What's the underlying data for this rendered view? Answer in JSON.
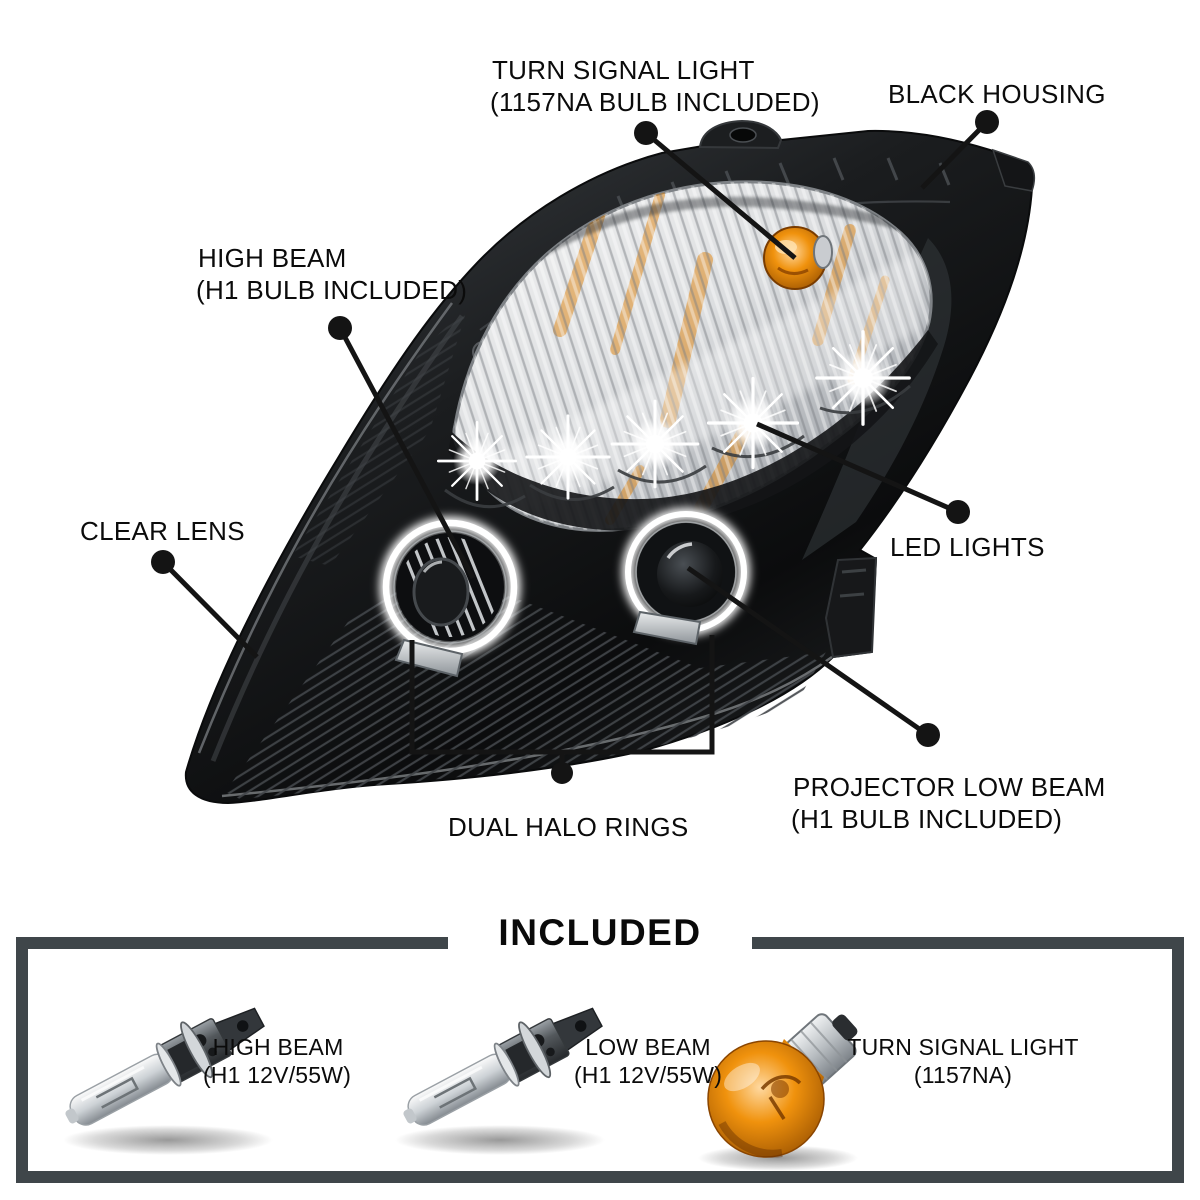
{
  "product": {
    "type": "projector-headlight-annotated-diagram",
    "background": "#ffffff"
  },
  "callouts": {
    "turn_signal": {
      "line1": "TURN SIGNAL LIGHT",
      "line2": "(1157NA BULB INCLUDED)"
    },
    "black_housing": {
      "label": "BLACK HOUSING"
    },
    "high_beam": {
      "line1": "HIGH BEAM",
      "line2": "(H1 BULB INCLUDED)"
    },
    "clear_lens": {
      "label": "CLEAR LENS"
    },
    "led_lights": {
      "label": "LED LIGHTS"
    },
    "dual_halo_rings": {
      "label": "DUAL HALO RINGS"
    },
    "projector_low_beam": {
      "line1": "PROJECTOR LOW BEAM",
      "line2": "(H1 BULB INCLUDED)"
    }
  },
  "included_section": {
    "title": "INCLUDED",
    "frame_color": "#3f464a",
    "items": [
      {
        "id": "high-beam-bulb",
        "line1": "HIGH BEAM",
        "line2": "(H1 12V/55W)"
      },
      {
        "id": "low-beam-bulb",
        "line1": "LOW BEAM",
        "line2": "(H1 12V/55W)"
      },
      {
        "id": "turn-signal-bulb",
        "line1": "TURN SIGNAL LIGHT",
        "line2": "(1157NA)"
      }
    ]
  },
  "colors": {
    "callout_ink": "#141414",
    "housing_black": "#0d0e0f",
    "amber_bulb": "#ef8c08",
    "halo_glow": "#ffffff",
    "frame": "#3f464a"
  }
}
